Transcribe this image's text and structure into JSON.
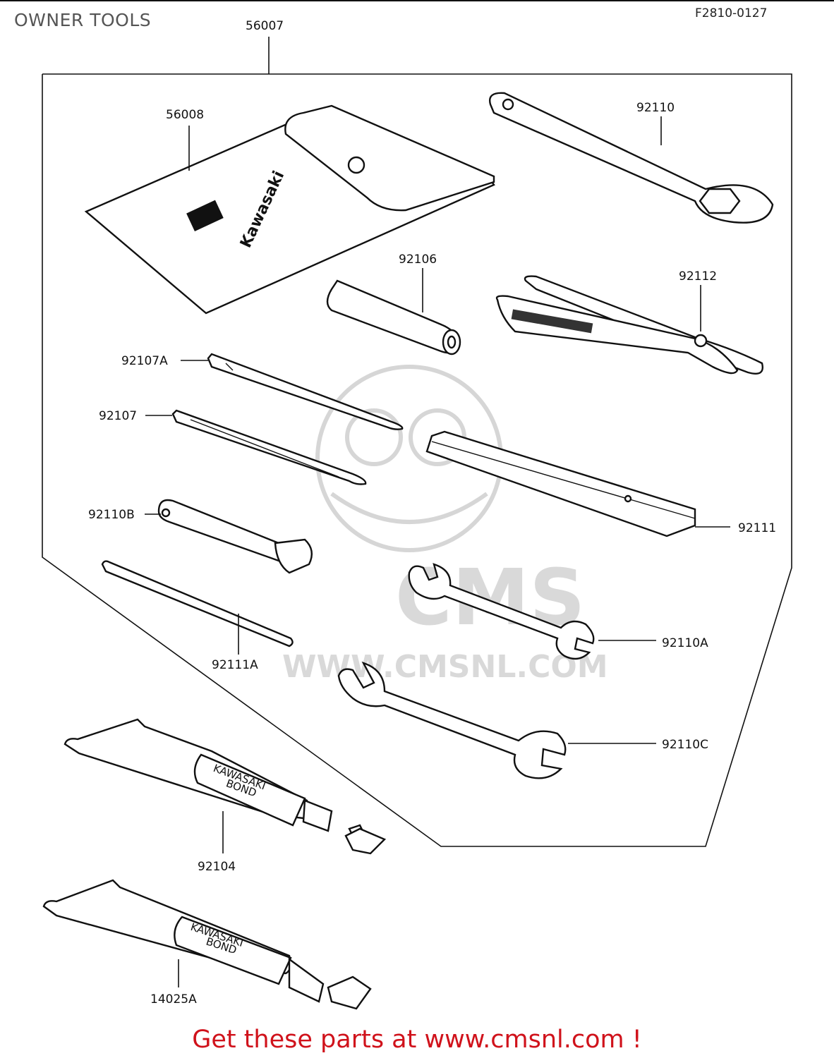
{
  "header": {
    "title": "OWNER TOOLS",
    "figure_ref": "F2810-0127"
  },
  "parts": {
    "kit": "56007",
    "pouch": "56008",
    "ring_wrench": "92110",
    "socket_handle": "92106",
    "pliers": "92112",
    "screwdriver_a": "92107A",
    "screwdriver": "92107",
    "spark_plug_wrench": "92110B",
    "tire_lever": "92111",
    "handle_bar": "92111A",
    "open_wrench_a": "92110A",
    "open_wrench_c": "92110C",
    "bond_tube": "92104",
    "bond_tube_a": "14025A"
  },
  "imprints": {
    "pouch_brand": "Kawasaki",
    "tube_text_1": "KAWASAKI",
    "tube_text_2": "BOND"
  },
  "watermark": {
    "brand": "CMS",
    "url": "WWW.CMSNL.COM"
  },
  "footer": {
    "text": "Get these parts at www.cmsnl.com !",
    "color": "#d0121b"
  }
}
